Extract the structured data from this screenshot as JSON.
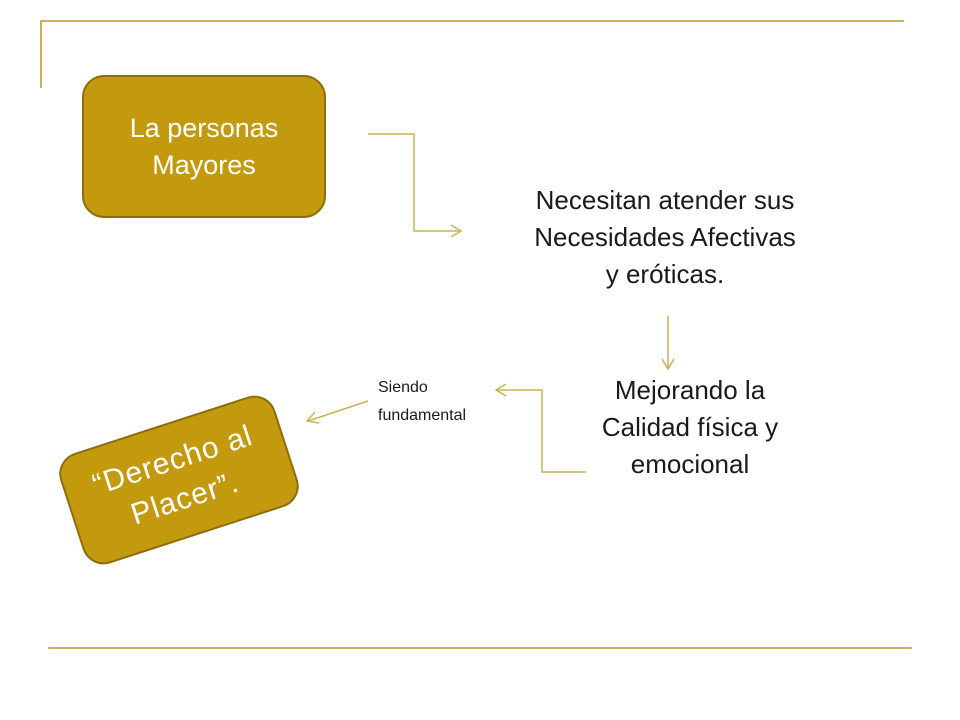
{
  "slide": {
    "accent_color": "#c39a0e",
    "frame_color": "#c8b35a",
    "arrow_color": "#c8b35a"
  },
  "nodes": {
    "top_box": {
      "line1": "La personas",
      "line2": "Mayores"
    },
    "needs_text": {
      "line1": "Necesitan atender sus",
      "line2": "Necesidades Afectivas",
      "line3": "y eróticas."
    },
    "improve_text": {
      "line1": "Mejorando la",
      "line2": "Calidad física y",
      "line3": "emocional"
    },
    "connector_label": {
      "line1": "Siendo",
      "line2": "fundamental"
    },
    "right_box": {
      "line1": "“Derecho al",
      "line2": "Placer”."
    }
  }
}
